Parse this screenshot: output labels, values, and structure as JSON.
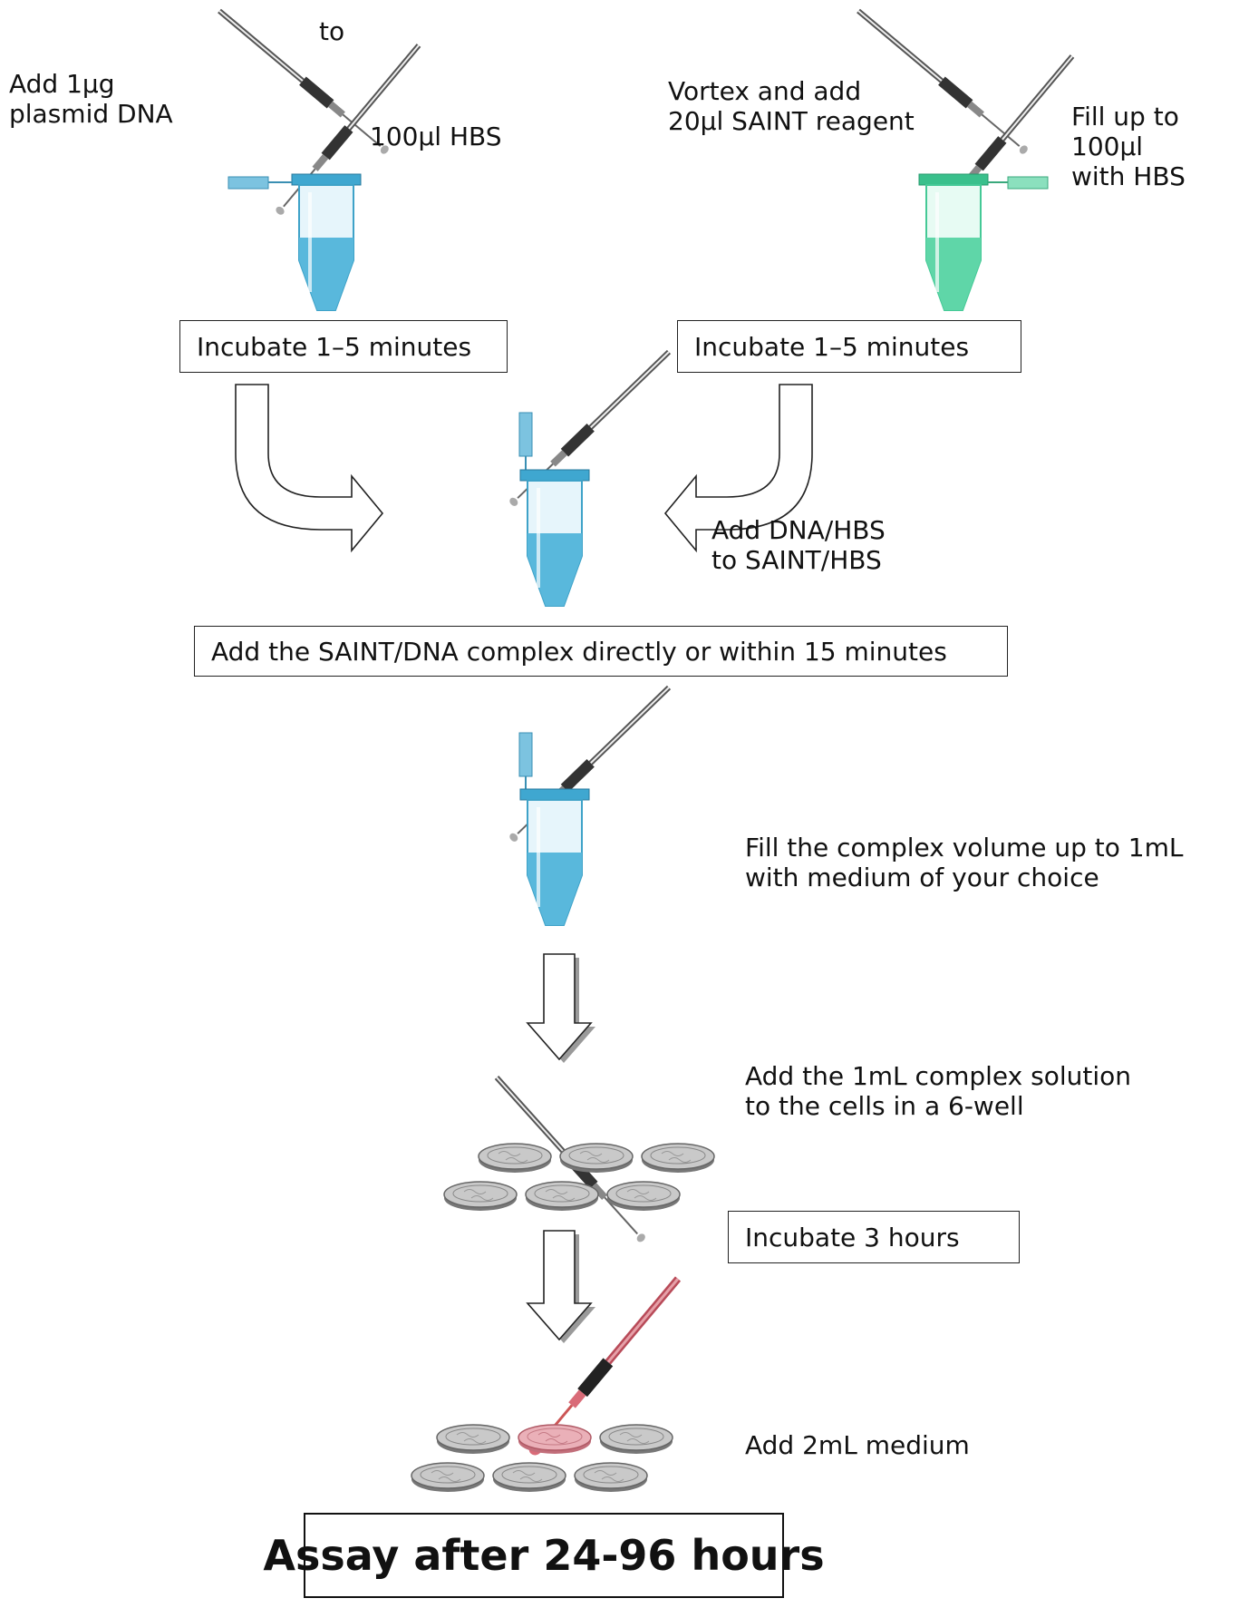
{
  "steps": {
    "add_dna": "Add 1µg\nplasmid DNA",
    "to": "to",
    "hbs_100": "100µl HBS",
    "vortex": "Vortex and add\n20µl SAINT reagent",
    "fill_up": "Fill up to\n100µl\nwith HBS",
    "incubate_left": "Incubate 1–5 minutes",
    "incubate_right": "Incubate 1–5 minutes",
    "add_dna_hbs": "Add DNA/HBS\nto SAINT/HBS",
    "add_complex": "Add the SAINT/DNA complex directly or within 15 minutes",
    "fill_complex": "Fill the complex volume up to 1mL\nwith medium of your choice",
    "add_solution": "Add the 1mL complex solution\nto the cells in a 6-well",
    "incubate_3h": "Incubate 3 hours",
    "add_medium": "Add 2mL medium",
    "assay": "Assay after 24-96 hours"
  },
  "colors": {
    "tube_blue": "#59b8dc",
    "tube_green": "#5fd6a8",
    "plate_gray": "#bdbdbd",
    "plate_pink": "#e6a0a8",
    "pipette_pink": "#d96b78"
  }
}
